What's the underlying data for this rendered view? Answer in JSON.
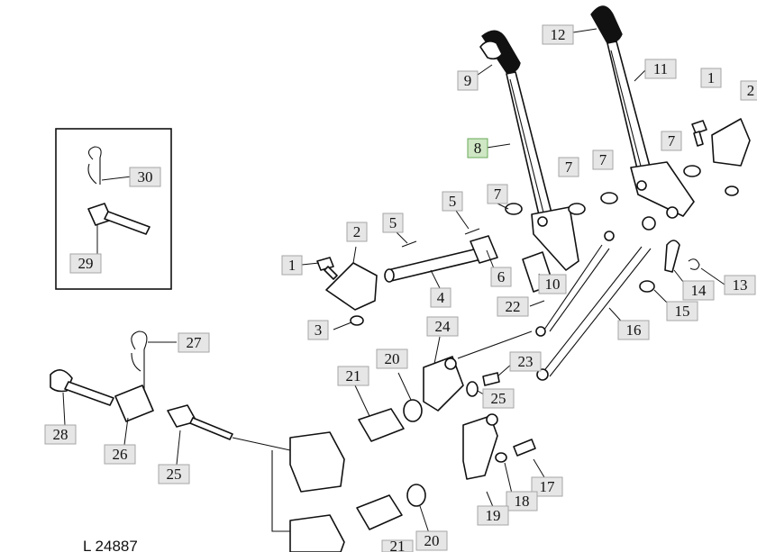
{
  "figure_code": "L 24887",
  "labels": [
    {
      "n": "1"
    },
    {
      "n": "1"
    },
    {
      "n": "2"
    },
    {
      "n": "2"
    },
    {
      "n": "3"
    },
    {
      "n": "4"
    },
    {
      "n": "5"
    },
    {
      "n": "5"
    },
    {
      "n": "6"
    },
    {
      "n": "7"
    },
    {
      "n": "7"
    },
    {
      "n": "7"
    },
    {
      "n": "7"
    },
    {
      "n": "8",
      "highlighted": true
    },
    {
      "n": "9"
    },
    {
      "n": "10"
    },
    {
      "n": "11"
    },
    {
      "n": "12"
    },
    {
      "n": "13"
    },
    {
      "n": "14"
    },
    {
      "n": "15"
    },
    {
      "n": "16"
    },
    {
      "n": "17"
    },
    {
      "n": "18"
    },
    {
      "n": "19"
    },
    {
      "n": "20"
    },
    {
      "n": "20"
    },
    {
      "n": "21"
    },
    {
      "n": "21"
    },
    {
      "n": "22"
    },
    {
      "n": "23"
    },
    {
      "n": "24"
    },
    {
      "n": "25"
    },
    {
      "n": "25"
    },
    {
      "n": "26"
    },
    {
      "n": "27"
    },
    {
      "n": "28"
    },
    {
      "n": "29"
    },
    {
      "n": "30"
    }
  ]
}
